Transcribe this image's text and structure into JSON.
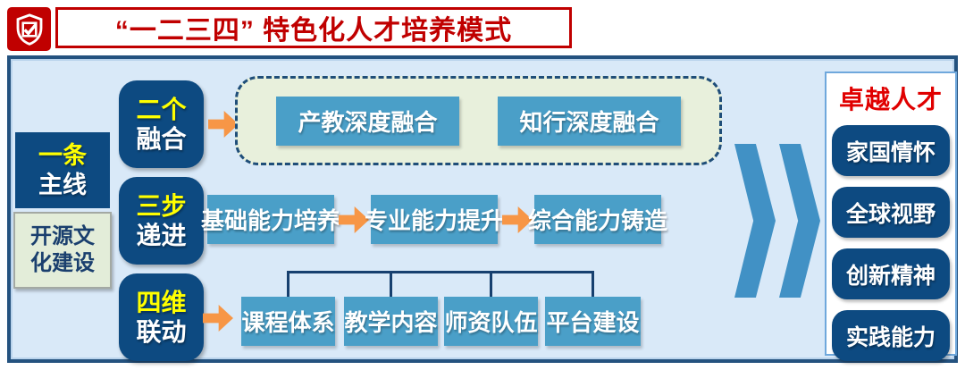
{
  "header": {
    "title": "“一二三四” 特色化人才培养模式"
  },
  "left_column": {
    "main_line": {
      "highlight": "一条",
      "rest": "主线"
    },
    "culture_note": "开源文化建设"
  },
  "row_fusion": {
    "label": {
      "highlight": "二个",
      "rest": "融合"
    },
    "items": [
      "产教深度融合",
      "知行深度融合"
    ]
  },
  "row_steps": {
    "label": {
      "highlight": "三步",
      "rest": "递进"
    },
    "items": [
      "基础能力培养",
      "专业能力提升",
      "综合能力铸造"
    ]
  },
  "row_dimensions": {
    "label": {
      "highlight": "四维",
      "rest": "联动"
    },
    "items": [
      "课程体系",
      "教学内容",
      "师资队伍",
      "平台建设"
    ]
  },
  "result_panel": {
    "title": "卓越人才",
    "items": [
      "家国情怀",
      "全球视野",
      "创新精神",
      "实践能力"
    ]
  },
  "colors": {
    "title_red": "#c00000",
    "result_red": "#e00000",
    "navy": "#0d4a81",
    "medium_blue": "#4a9fc8",
    "panel_bg": "#d9e9f8",
    "panel_border": "#24527f",
    "dashed_bg": "#e8f0dc",
    "culture_bg": "#e3edd9",
    "orange": "#f79646",
    "chevron_blue": "#4191c5",
    "highlight_yellow": "#ffff00"
  }
}
